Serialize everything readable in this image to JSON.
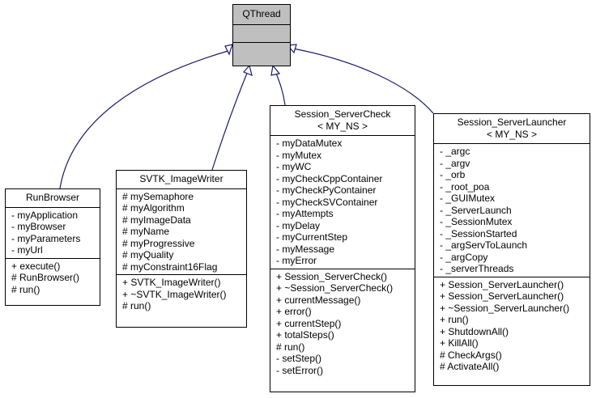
{
  "diagram": {
    "edge_color": "#191970",
    "base": {
      "title": "QThread",
      "attributes": [],
      "methods": []
    },
    "classes": [
      {
        "id": "runbrowser",
        "title_lines": [
          "RunBrowser"
        ],
        "attributes": [
          "- myApplication",
          "- myBrowser",
          "- myParameters",
          "- myUrl"
        ],
        "methods": [
          "+ execute()",
          "# RunBrowser()",
          "# run()"
        ]
      },
      {
        "id": "imagewriter",
        "title_lines": [
          "SVTK_ImageWriter"
        ],
        "attributes": [
          "# mySemaphore",
          "# myAlgorithm",
          "# myImageData",
          "# myName",
          "# myProgressive",
          "# myQuality",
          "# myConstraint16Flag"
        ],
        "methods": [
          "+ SVTK_ImageWriter()",
          "+ ~SVTK_ImageWriter()",
          "# run()"
        ]
      },
      {
        "id": "servercheck",
        "title_lines": [
          "Session_ServerCheck",
          "< MY_NS >"
        ],
        "attributes": [
          "- myDataMutex",
          "- myMutex",
          "- myWC",
          "- myCheckCppContainer",
          "- myCheckPyContainer",
          "- myCheckSVContainer",
          "- myAttempts",
          "- myDelay",
          "- myCurrentStep",
          "- myMessage",
          "- myError"
        ],
        "methods": [
          "+ Session_ServerCheck()",
          "+ ~Session_ServerCheck()",
          "+ currentMessage()",
          "+ error()",
          "+ currentStep()",
          "+ totalSteps()",
          "# run()",
          "- setStep()",
          "- setError()"
        ]
      },
      {
        "id": "serverlauncher",
        "title_lines": [
          "Session_ServerLauncher",
          "< MY_NS >"
        ],
        "attributes": [
          "- _argc",
          "- _argv",
          "- _orb",
          "- _root_poa",
          "- _GUIMutex",
          "- _ServerLaunch",
          "- _SessionMutex",
          "- _SessionStarted",
          "- _argServToLaunch",
          "- _argCopy",
          "- _serverThreads"
        ],
        "methods": [
          "+ Session_ServerLauncher()",
          "+ Session_ServerLauncher()",
          "+ ~Session_ServerLauncher()",
          "+ run()",
          "+ ShutdownAll()",
          "+ KillAll()",
          "# CheckArgs()",
          "# ActivateAll()"
        ]
      }
    ]
  }
}
